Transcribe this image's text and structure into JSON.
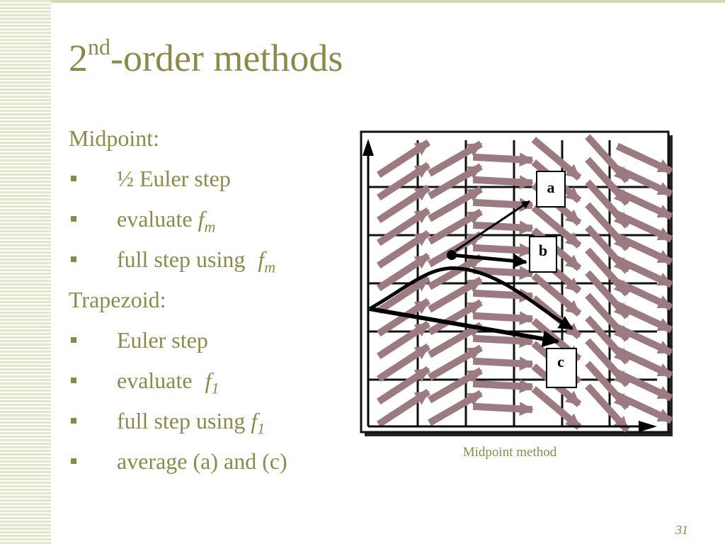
{
  "slide": {
    "title": {
      "lead": "2",
      "superscript": "nd",
      "rest": "-order methods"
    },
    "sections": [
      {
        "heading": "Midpoint:",
        "items": [
          {
            "text": "½ Euler step",
            "var": "",
            "sub": ""
          },
          {
            "text": "evaluate",
            "var": "f",
            "sub": "m"
          },
          {
            "text": "full step using",
            "var": "f",
            "sub": "m"
          }
        ]
      },
      {
        "heading": "Trapezoid:",
        "items": [
          {
            "text": "Euler step",
            "var": "",
            "sub": ""
          },
          {
            "text": "evaluate",
            "var": "f",
            "sub": "1"
          },
          {
            "text": "full step using",
            "var": "f",
            "sub": "1"
          },
          {
            "text": "average (a) and (c)",
            "var": "",
            "sub": ""
          }
        ]
      }
    ],
    "figure": {
      "caption": "Midpoint method",
      "point_labels": {
        "a": "a",
        "b": "b",
        "c": "c"
      }
    },
    "page_number": "31"
  },
  "colors": {
    "text": "#8c8a4a",
    "vector_field": "#9c7b80",
    "stripe": "#e4e6cc",
    "ink": "#000000"
  }
}
